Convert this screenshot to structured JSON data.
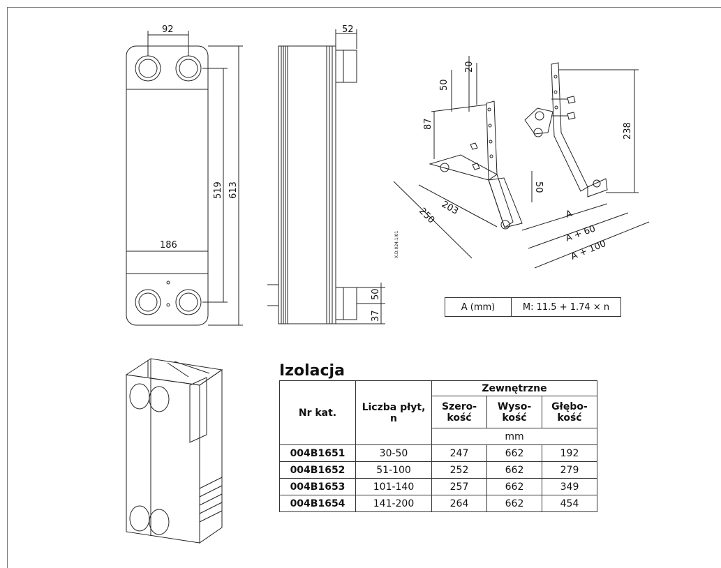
{
  "front_view": {
    "dim_top_width": "92",
    "dim_inner_height": "519",
    "dim_total_height": "613",
    "dim_body_width": "186"
  },
  "side_view": {
    "dim_connection_depth": "52",
    "dim_bottom_1": "50",
    "dim_bottom_2": "37"
  },
  "bracket_view": {
    "dim_20": "20",
    "dim_50_top": "50",
    "dim_87": "87",
    "dim_238": "238",
    "dim_50_mid": "50",
    "dim_203": "203",
    "dim_250": "250",
    "dim_A": "A",
    "dim_A60": "A + 60",
    "dim_A100": "A + 100",
    "drawing_code": "X.D.024.1/01"
  },
  "formula": {
    "label": "A (mm)",
    "value": "M: 11.5 + 1.74 × n"
  },
  "insulation": {
    "title": "Izolacja",
    "headers": {
      "code": "Nr kat.",
      "plates": "Liczba płyt, n",
      "external": "Zewnętrzne",
      "width": "Szero-kość",
      "height": "Wyso-kość",
      "depth": "Głębo-kość",
      "unit": "mm"
    },
    "rows": [
      {
        "code": "004B1651",
        "plates": "30-50",
        "width": "247",
        "height": "662",
        "depth": "192"
      },
      {
        "code": "004B1652",
        "plates": "51-100",
        "width": "252",
        "height": "662",
        "depth": "279"
      },
      {
        "code": "004B1653",
        "plates": "101-140",
        "width": "257",
        "height": "662",
        "depth": "349"
      },
      {
        "code": "004B1654",
        "plates": "141-200",
        "width": "264",
        "height": "662",
        "depth": "454"
      }
    ]
  }
}
